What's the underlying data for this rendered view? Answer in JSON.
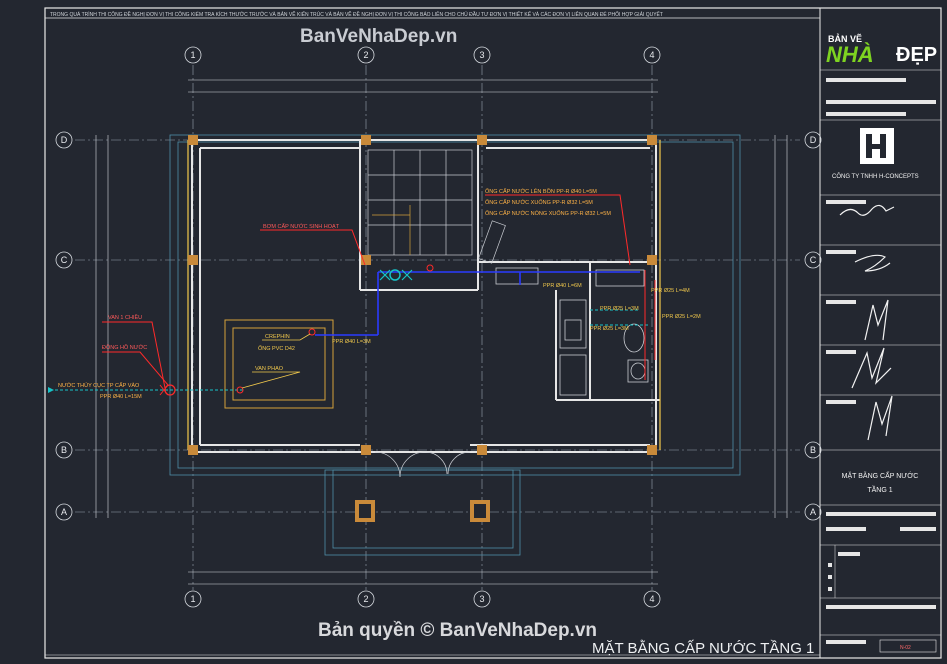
{
  "header_note": "TRONG QUÁ TRÌNH THI CÔNG ĐỀ NGHỊ ĐƠN VỊ THI CÔNG KIỂM TRA KÍCH THƯỚC TRƯỚC VÀ BẢN VẼ KIẾN TRÚC VÀ BẢN VẼ ĐỀ NGHỊ ĐƠN VỊ THI CÔNG BÁO LIÊN CHO CHỦ ĐẦU TƯ ĐƠN VỊ THIẾT KẾ VÀ CÁC ĐƠN VỊ LIÊN QUAN ĐỂ PHỐI HỢP GIẢI QUYẾT",
  "watermark_top": "BanVeNhaDep.vn",
  "watermark_bottom": "Bản quyền © BanVeNhaDep.vn",
  "sheet_title": "MẶT BẰNG CẤP NƯỚC TẦNG 1",
  "axes": {
    "columns": [
      "1",
      "2",
      "3",
      "4"
    ],
    "rows": [
      "D",
      "C",
      "B",
      "A"
    ]
  },
  "annotations": {
    "pump": "BƠM CẤP NƯỚC SINH HOẠT",
    "pipe_up": "ỐNG CẤP NƯỚC LÊN BỒN PP-R Ø40 L=5M",
    "pipe_down": "ỐNG CẤP NƯỚC XUỐNG PP-R Ø32 L=5M",
    "pipe_hot": "ỐNG CẤP NƯỚC NÓNG XUỐNG PP-R Ø32 L=5M",
    "check_valve": "VAN 1 CHIỀU",
    "meter": "ĐỒNG HỒ NƯỚC",
    "supply": "NƯỚC THỦY CỤC TP CẤP VÀO",
    "supply_pipe": "PPR Ø40 L=15M",
    "overflow": "CREPHIN",
    "pvc": "ỐNG PVC D42",
    "float_valve": "VAN PHAO",
    "tank_pipe": "PPR Ø40 L=3M",
    "kitchen_pipe": "PPR Ø40 L=6M",
    "ppr25_a": "PPR Ø25 L=4M",
    "ppr25_b": "PPR Ø25 L=3M",
    "ppr25_c": "PPR Ø25 L=2M",
    "ppr25_d": "PPR Ø25 L=3M"
  },
  "title_block": {
    "logo_ban": "BẢN VẼ",
    "logo_nhi": "NHÀ",
    "logo_dep": "ĐẸP",
    "company": "CÔNG TY TNHH H-CONCEPTS",
    "drawing_name_line1": "MẶT BẰNG CẤP NƯỚC",
    "drawing_name_line2": "TẦNG 1",
    "sheet_no": "N-02"
  },
  "colors": {
    "background": "#232730",
    "wall": "#e6e6e6",
    "grid_axis": "#9aa3b0",
    "supply_pipe": "#2b3bff",
    "cold_pipe": "#17c3c7",
    "annotation_red": "#ff2a2a",
    "annotation_yellow": "#f2c94c",
    "column": "#c98a3a",
    "tank_outline": "#d4a23a"
  }
}
